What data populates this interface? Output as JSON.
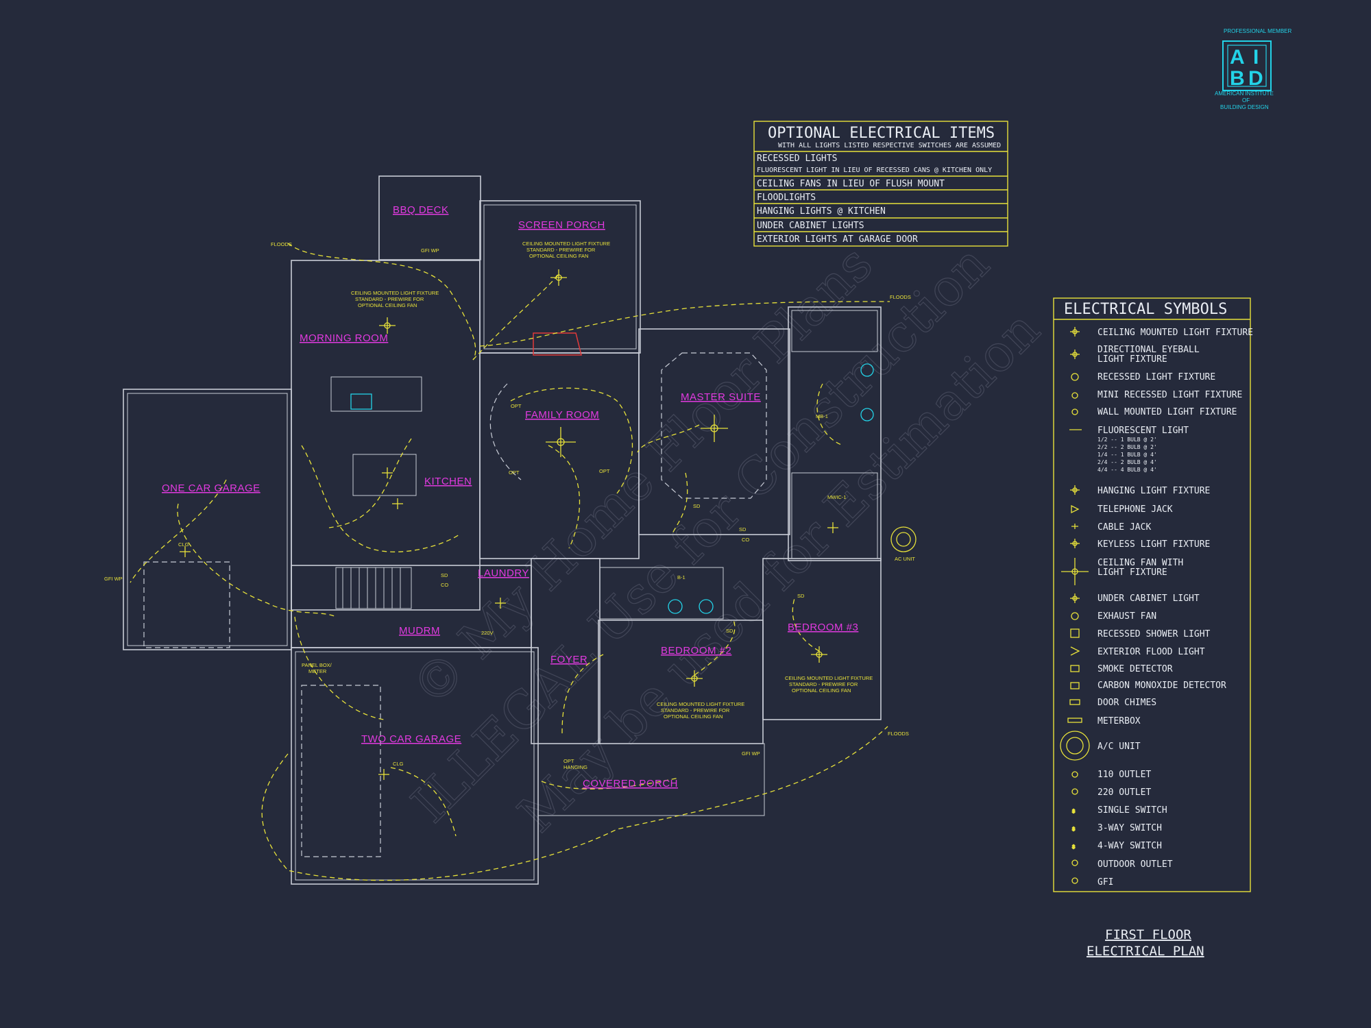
{
  "logo": {
    "top": "PROFESSIONAL MEMBER",
    "letters": [
      "A",
      "I",
      "B",
      "D"
    ],
    "bottom1": "AMERICAN INSTITUTE",
    "bottom2": "OF",
    "bottom3": "BUILDING DESIGN",
    "color": "#23d3e8"
  },
  "optional_items": {
    "title": "OPTIONAL ELECTRICAL ITEMS",
    "subtitle": "WITH ALL LIGHTS LISTED RESPECTIVE SWITCHES ARE ASSUMED",
    "rows": [
      "RECESSED LIGHTS",
      "FLUORESCENT LIGHT IN LIEU OF RECESSED CANS @ KITCHEN ONLY",
      "CEILING FANS IN LIEU OF FLUSH MOUNT",
      "FLOODLIGHTS",
      "HANGING LIGHTS @ KITCHEN",
      "UNDER CABINET LIGHTS",
      "EXTERIOR LIGHTS AT GARAGE DOOR"
    ]
  },
  "legend": {
    "title": "ELECTRICAL SYMBOLS",
    "items": [
      "CEILING MOUNTED LIGHT FIXTURE",
      "DIRECTIONAL EYEBALL",
      "LIGHT FIXTURE",
      "RECESSED LIGHT FIXTURE",
      "MINI RECESSED LIGHT FIXTURE",
      "WALL MOUNTED LIGHT FIXTURE",
      "FLUORESCENT LIGHT",
      "HANGING LIGHT FIXTURE",
      "TELEPHONE JACK",
      "CABLE JACK",
      "KEYLESS LIGHT FIXTURE",
      "CEILING FAN WITH",
      "LIGHT FIXTURE",
      "UNDER CABINET LIGHT",
      "EXHAUST FAN",
      "RECESSED SHOWER LIGHT",
      "EXTERIOR FLOOD LIGHT",
      "SMOKE DETECTOR",
      "CARBON MONOXIDE DETECTOR",
      "DOOR CHIMES",
      "METERBOX",
      "A/C UNIT",
      "110 OUTLET",
      "220 OUTLET",
      "SINGLE SWITCH",
      "3-WAY SWITCH",
      "4-WAY SWITCH",
      "OUTDOOR OUTLET",
      "GFI"
    ],
    "fluorescent_notes": [
      "1/2 -- 1 BULB @ 2'",
      "2/2 -- 2 BULB @ 2'",
      "1/4 -- 1 BULB @ 4'",
      "2/4 -- 2 BULB @ 4'",
      "4/4 -- 4 BULB @ 4'"
    ]
  },
  "rooms": {
    "bbq_deck": "BBQ DECK",
    "screen_porch": "SCREEN PORCH",
    "morning_room": "MORNING ROOM",
    "family_room": "FAMILY ROOM",
    "master_suite": "MASTER SUITE",
    "kitchen": "KITCHEN",
    "one_car_garage": "ONE CAR GARAGE",
    "laundry": "LAUNDRY",
    "mudrm": "MUDRM",
    "foyer": "FOYER",
    "bedroom_2": "BEDROOM #2",
    "bedroom_3": "BEDROOM #3",
    "two_car_garage": "TWO CAR GARAGE",
    "covered_porch": "COVERED PORCH"
  },
  "notes": {
    "fixture_note_1": "CEILING MOUNTED LIGHT FIXTURE",
    "fixture_note_2": "STANDARD - PREWIRE FOR",
    "fixture_note_3": "OPTIONAL CEILING FAN",
    "floods": "FLOODS",
    "gfi_wp": "GFI WP",
    "ac_unit": "AC UNIT",
    "panel_box": "PANEL BOX/",
    "meter": "METER",
    "clg": "CLG",
    "opt": "OPT",
    "opt_hanging_1": "OPT",
    "opt_hanging_2": "HANGING",
    "mb1": "MB-1",
    "b1": "B-1",
    "mwic1": "MWIC-1",
    "sd": "SD",
    "co": "CO",
    "v220": "220V"
  },
  "plan_title": {
    "line1": "FIRST FLOOR",
    "line2": "ELECTRICAL PLAN"
  },
  "watermark": {
    "line1": "© My Home Floor Plans",
    "line2": "ILLEGAL Use for Construction",
    "line3": "May be used for Estimation"
  },
  "colors": {
    "background": "#252a3b",
    "room_label": "#e23ae0",
    "wiring": "#e8e23a",
    "walls": "#c8ccd6"
  }
}
